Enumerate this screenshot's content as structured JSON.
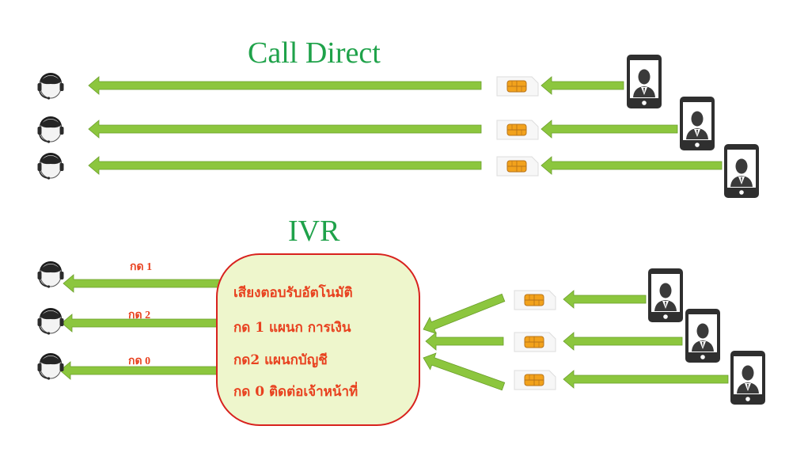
{
  "sections": {
    "direct": {
      "title": "Call Direct"
    },
    "ivr": {
      "title": "IVR",
      "menu_lines": [
        "เสียงตอบรับอัตโนมัติ",
        "กด 1 แผนก การเงิน",
        "กด2 แผนกบัญชี",
        "กด 0 ติดต่อเจ้าหน้าที่"
      ],
      "route_labels": [
        "กด 1",
        "กด 2",
        "กด 0"
      ]
    }
  },
  "icons": {
    "agent": "headset-agent-icon",
    "sim": "sim-card-icon",
    "phone": "smartphone-user-icon"
  },
  "colors": {
    "arrow": "#8cc63e",
    "arrow_edge": "#6a9e2a",
    "title": "#1fa24a",
    "press_label": "#e8411f",
    "bubble_fill": "#eef6cc",
    "bubble_border": "#d8221e"
  }
}
